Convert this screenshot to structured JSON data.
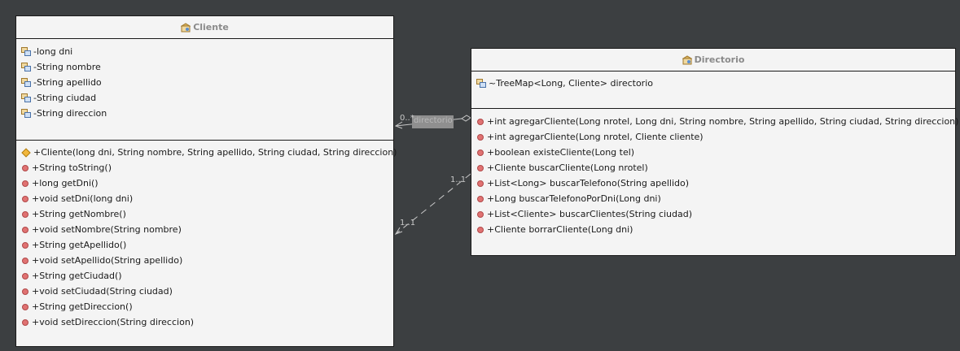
{
  "cliente": {
    "name": "Cliente",
    "fields": [
      "-long dni",
      "-String nombre",
      "-String apellido",
      "-String ciudad",
      "-String direccion"
    ],
    "operations": [
      "+Cliente(long dni, String nombre, String apellido, String ciudad, String direccion)",
      "+String toString()",
      "+long getDni()",
      "+void setDni(long dni)",
      "+String getNombre()",
      "+void setNombre(String nombre)",
      "+String getApellido()",
      "+void setApellido(String apellido)",
      "+String getCiudad()",
      "+void setCiudad(String ciudad)",
      "+String getDireccion()",
      "+void setDireccion(String direccion)"
    ]
  },
  "directorio": {
    "name": "Directorio",
    "fields": [
      "~TreeMap<Long, Cliente> directorio"
    ],
    "operations": [
      "+int agregarCliente(Long nrotel, Long dni, String nombre, String apellido, String ciudad, String direccion)",
      "+int agregarCliente(Long nrotel, Cliente cliente)",
      "+boolean existeCliente(Long tel)",
      "+Cliente buscarCliente(Long nrotel)",
      "+List<Long> buscarTelefono(String apellido)",
      "+Long buscarTelefonoPorDni(Long dni)",
      "+List<Cliente> buscarClientes(String ciudad)",
      "+Cliente borrarCliente(Long dni)"
    ]
  },
  "associations": {
    "aggregation_multiplicity": "0..*",
    "aggregation_role": "directorio",
    "dependency_source_multiplicity": "1..1",
    "dependency_target_multiplicity": "1..1"
  },
  "colors": {
    "background": "#3c3f41",
    "class_fill": "#f4f4f4",
    "header_text": "#8a8a8a",
    "operation_icon": "#e07272",
    "constructor_icon": "#f2b73c",
    "connector": "#c8c8c8"
  },
  "icons": {
    "class_icon": "class-icon",
    "field_icon": "field-icon",
    "operation_icon": "operation-icon",
    "constructor_icon": "constructor-icon"
  }
}
